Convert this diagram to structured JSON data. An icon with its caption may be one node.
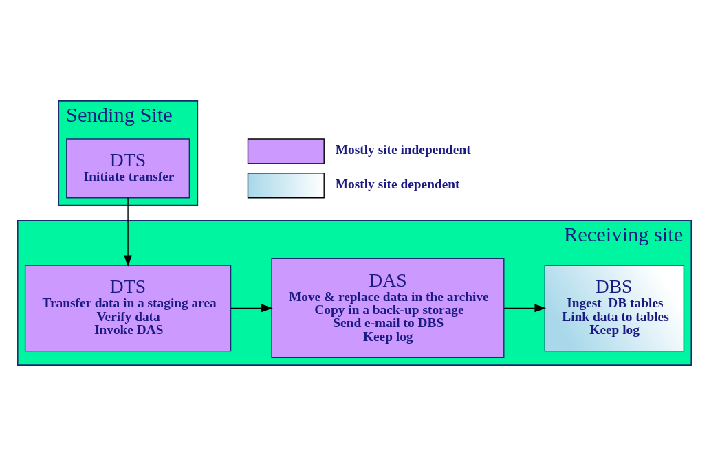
{
  "diagram": {
    "nodes": [
      {
        "text": [
          "Sending Site"
        ]
      },
      {
        "text": [
          "DTS",
          "Initiate transfer"
        ],
        "in": 0
      },
      {
        "text": [
          "Receiving site"
        ]
      },
      {
        "text": [
          "DTS",
          "Transfer data in a staging area",
          "Verify data",
          "Invoke DAS"
        ],
        "in": 2
      },
      {
        "text": [
          "DAS",
          "Move & replace data in the archive",
          "Copy in a back-up storage",
          "Send e-mail to DBS",
          "Keep log"
        ],
        "in": 2
      },
      {
        "text": [
          "DBS",
          "Ingest  DB tables",
          "Link data to tables",
          "Keep log"
        ],
        "in": 2
      }
    ],
    "edges": [
      {
        "from": 1,
        "to": 3,
        "arrow": "to"
      },
      {
        "from": 3,
        "to": 4,
        "arrow": "to"
      },
      {
        "from": 4,
        "to": 5,
        "arrow": "to"
      }
    ],
    "legend": [
      {
        "text": "Mostly site independent",
        "color": "#cc99ff"
      },
      {
        "text": "Mostly site dependent"
      }
    ]
  }
}
